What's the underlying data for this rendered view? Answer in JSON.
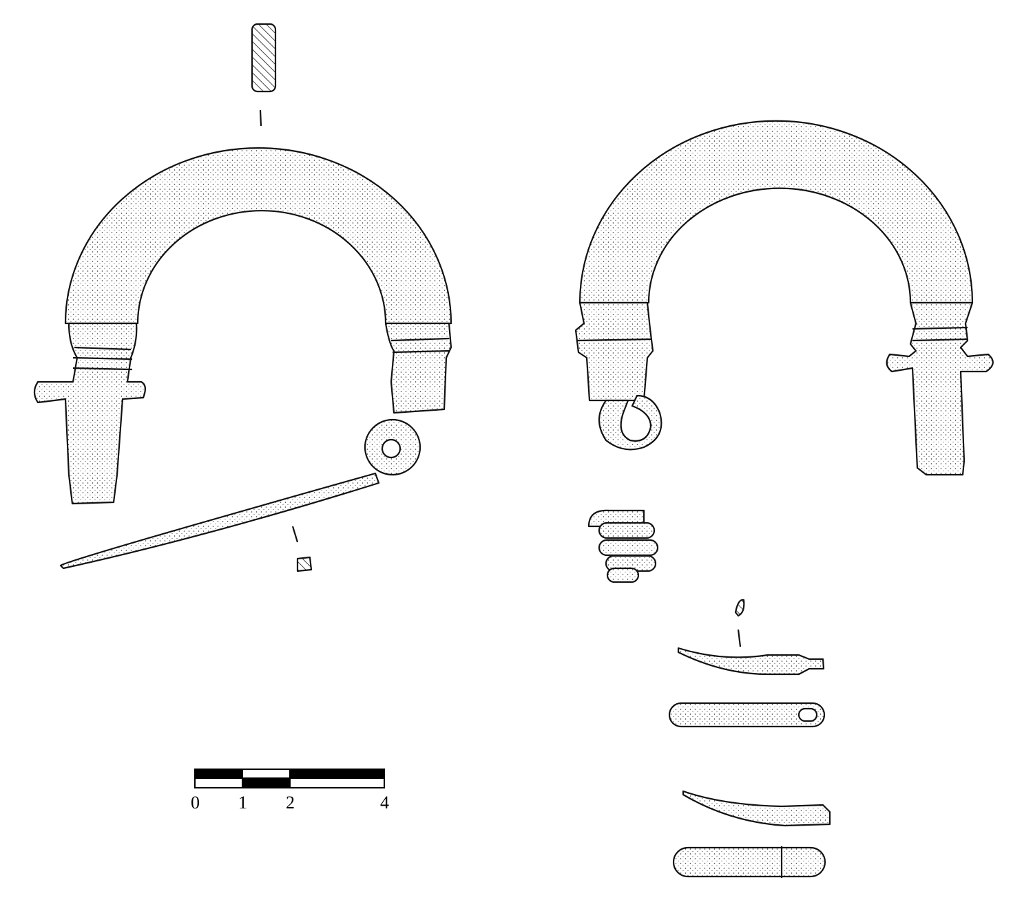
{
  "scale_bar": {
    "labels": [
      "0",
      "1",
      "2",
      "4"
    ],
    "unit_values": [
      0,
      1,
      2,
      4
    ]
  },
  "colors": {
    "ink": "#111111",
    "paper": "#ffffff"
  }
}
